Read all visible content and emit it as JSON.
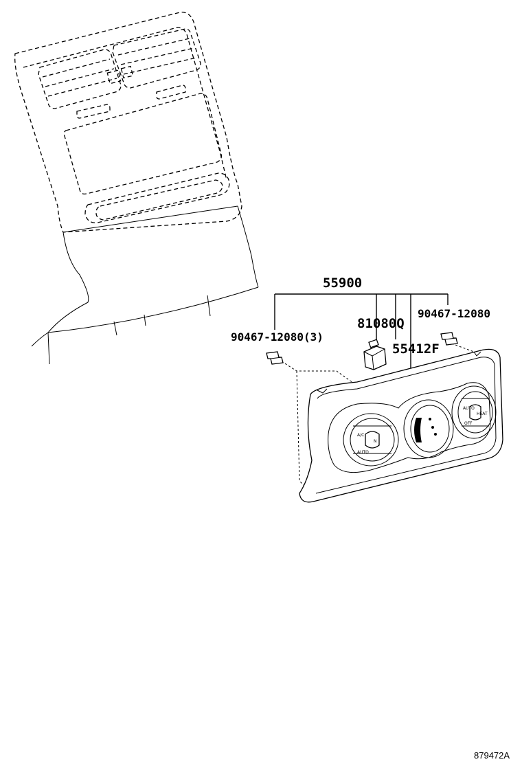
{
  "parts": {
    "main_assembly": "55900",
    "screw_left": "90467-12080(3)",
    "screw_right": "90467-12080",
    "switch_assembly": "81080Q",
    "panel": "55412F"
  },
  "figure_id": "879472A",
  "knob_labels": {
    "left_top": "A/C",
    "left_bottom": "AUTO",
    "right_top": "AUTO",
    "right_right": "HEAT",
    "right_bottom": "OFF"
  }
}
